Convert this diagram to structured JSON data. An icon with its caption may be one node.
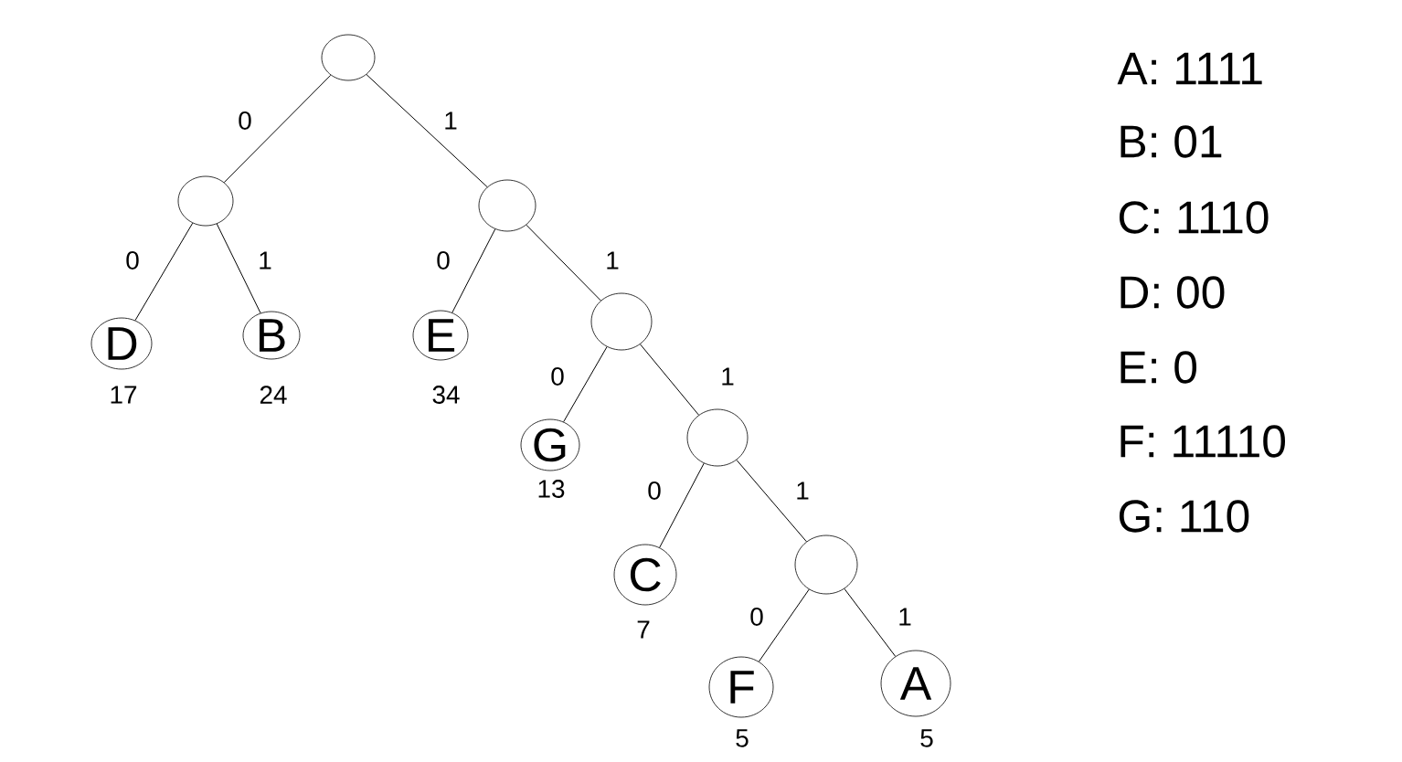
{
  "diagram": {
    "nodes": [
      {
        "text": [],
        "shape": "circle"
      },
      {
        "text": [],
        "shape": "circle"
      },
      {
        "text": [],
        "shape": "circle"
      },
      {
        "text": [
          "D"
        ],
        "beside": [
          "17"
        ]
      },
      {
        "text": [
          "B"
        ],
        "beside": [
          "24"
        ]
      },
      {
        "text": [
          "E"
        ],
        "beside": [
          "34"
        ]
      },
      {
        "text": [],
        "shape": "circle"
      },
      {
        "text": [
          "G"
        ],
        "beside": [
          "13"
        ]
      },
      {
        "text": [],
        "shape": "circle"
      },
      {
        "text": [
          "C"
        ],
        "beside": [
          "7"
        ]
      },
      {
        "text": [],
        "shape": "circle"
      },
      {
        "text": [
          "F"
        ],
        "beside": [
          "5"
        ]
      },
      {
        "text": [
          "A"
        ],
        "beside": [
          "5"
        ]
      }
    ],
    "edges": [
      {
        "from": 0,
        "to": 1,
        "arrow": "none",
        "label": "0"
      },
      {
        "from": 0,
        "to": 2,
        "arrow": "none",
        "label": "1"
      },
      {
        "from": 1,
        "to": 3,
        "arrow": "none",
        "label": "0"
      },
      {
        "from": 1,
        "to": 4,
        "arrow": "none",
        "label": "1"
      },
      {
        "from": 2,
        "to": 5,
        "arrow": "none",
        "label": "0"
      },
      {
        "from": 2,
        "to": 6,
        "arrow": "none",
        "label": "1"
      },
      {
        "from": 6,
        "to": 7,
        "arrow": "none",
        "label": "0"
      },
      {
        "from": 6,
        "to": 8,
        "arrow": "none",
        "label": "1"
      },
      {
        "from": 8,
        "to": 9,
        "arrow": "none",
        "label": "0"
      },
      {
        "from": 8,
        "to": 10,
        "arrow": "none",
        "label": "1"
      },
      {
        "from": 10,
        "to": 11,
        "arrow": "none",
        "label": "0"
      },
      {
        "from": 10,
        "to": 12,
        "arrow": "none",
        "label": "1"
      }
    ],
    "labels": [
      "A: 1111",
      "B: 01",
      "C: 1110",
      "D: 00",
      "E: 0",
      "F: 11110",
      "G: 110"
    ]
  }
}
